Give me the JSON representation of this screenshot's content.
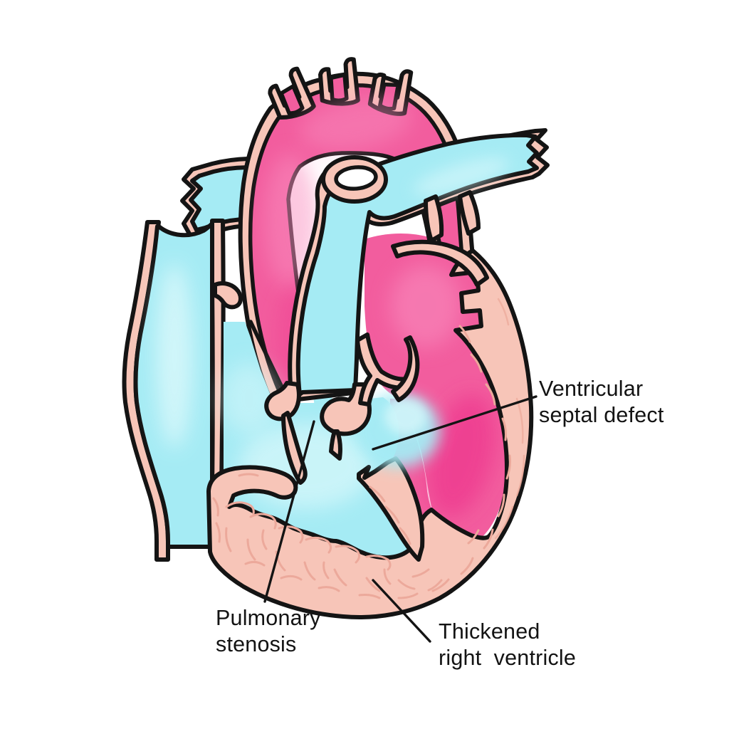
{
  "figure": {
    "type": "anatomical-diagram",
    "subject": "heart cross-section with tetralogy of Fallot features",
    "labels": {
      "ventricular_septal_defect": {
        "line1": "Ventricular",
        "line2": "septal defect"
      },
      "pulmonary_stenosis": {
        "line1": "Pulmonary",
        "line2": "stenosis"
      },
      "thickened_right_ventricle": {
        "line1": "Thickened",
        "line2": "right  ventricle"
      }
    },
    "colors": {
      "background": "#FFFFFF",
      "oxygenated_blood_pink": "#F25D9E",
      "deep_pink": "#EE3B8F",
      "pink_light": "#F98FC0",
      "deoxygenated_blood_blue": "#A5EBF4",
      "pale_cyan": "#D9F8FB",
      "heart_wall_salmon": "#F7C5B8",
      "texture_line": "#ECA99B",
      "outline_black": "#141414",
      "label_text": "#131313"
    },
    "depicted_structures": [
      "aorta",
      "pulmonary-artery",
      "superior-vena-cava",
      "right-ventricle",
      "left-ventricle",
      "left-atrium",
      "ventricular-septum",
      "pulmonary-valve"
    ]
  }
}
